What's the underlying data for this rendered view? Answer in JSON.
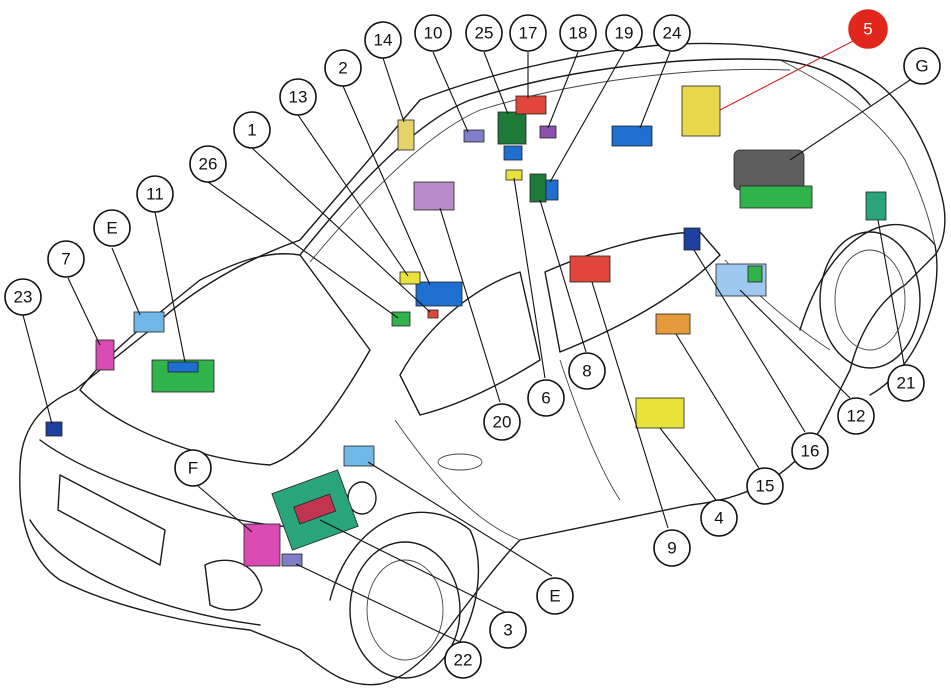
{
  "callouts": [
    {
      "id": "c1",
      "label": "1"
    },
    {
      "id": "c2",
      "label": "2"
    },
    {
      "id": "c3",
      "label": "3"
    },
    {
      "id": "c4",
      "label": "4"
    },
    {
      "id": "c5",
      "label": "5",
      "highlight": true
    },
    {
      "id": "c6",
      "label": "6"
    },
    {
      "id": "c7",
      "label": "7"
    },
    {
      "id": "c8",
      "label": "8"
    },
    {
      "id": "c9",
      "label": "9"
    },
    {
      "id": "c10",
      "label": "10"
    },
    {
      "id": "c11",
      "label": "11"
    },
    {
      "id": "c12",
      "label": "12"
    },
    {
      "id": "c13",
      "label": "13"
    },
    {
      "id": "c14",
      "label": "14"
    },
    {
      "id": "c15",
      "label": "15"
    },
    {
      "id": "c16",
      "label": "16"
    },
    {
      "id": "c17",
      "label": "17"
    },
    {
      "id": "c18",
      "label": "18"
    },
    {
      "id": "c19",
      "label": "19"
    },
    {
      "id": "c20",
      "label": "20"
    },
    {
      "id": "c21",
      "label": "21"
    },
    {
      "id": "c22",
      "label": "22"
    },
    {
      "id": "c23",
      "label": "23"
    },
    {
      "id": "c24",
      "label": "24"
    },
    {
      "id": "c25",
      "label": "25"
    },
    {
      "id": "c26",
      "label": "26"
    },
    {
      "id": "cE1",
      "label": "E"
    },
    {
      "id": "cE2",
      "label": "E"
    },
    {
      "id": "cF",
      "label": "F"
    },
    {
      "id": "cG",
      "label": "G"
    }
  ],
  "colors": {
    "highlight": "#e1261c",
    "outline": "#1a1a1a",
    "light_blue": "#6fb8e8",
    "blue": "#1f6fd1",
    "dark_blue": "#1d3f9e",
    "green": "#2fb34a",
    "dark_green": "#1f7a3a",
    "magenta": "#d94bb3",
    "purple": "#b78bc9",
    "violet": "#8e4fb0",
    "yellow": "#e9e23a",
    "khaki": "#e3d36a",
    "orange": "#e79a3c",
    "red": "#e0473a",
    "grey": "#5e5e5e",
    "teal": "#2aa57b"
  }
}
